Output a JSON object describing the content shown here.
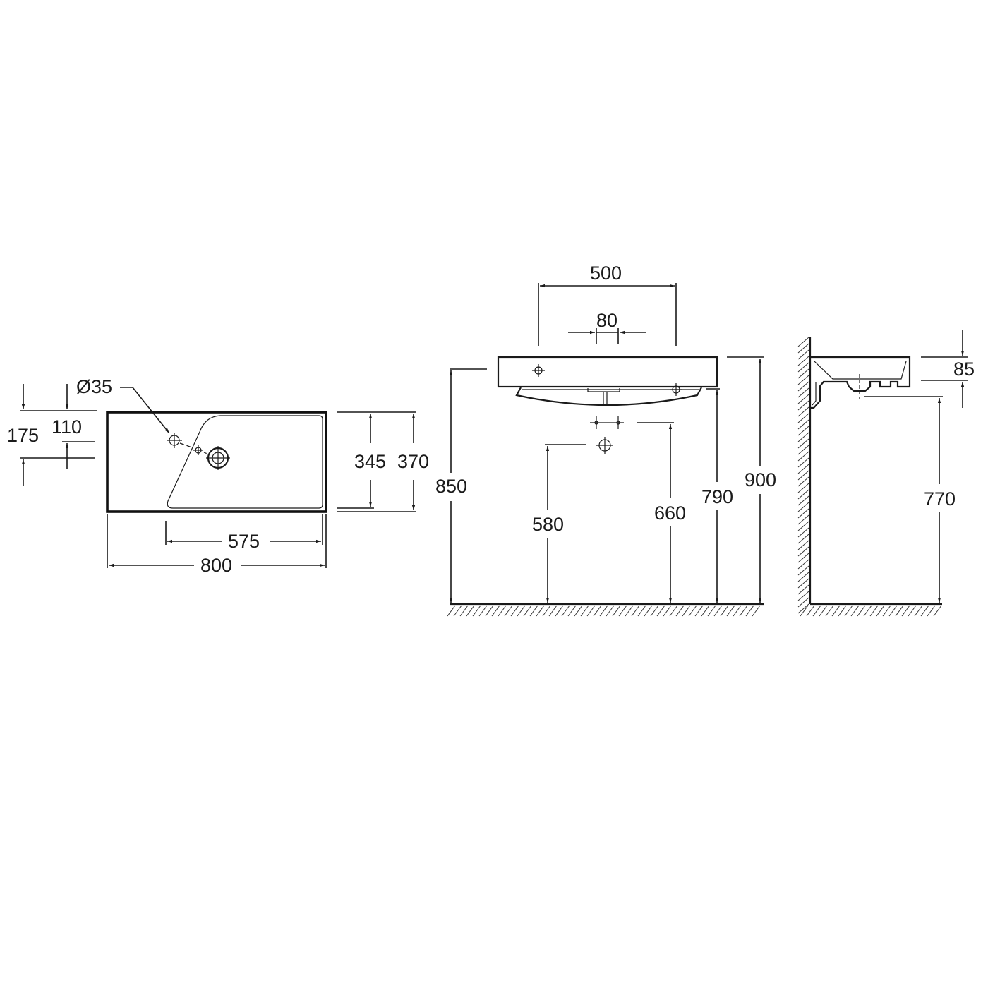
{
  "plan_view": {
    "hole_diameter": "Ø35",
    "offset_175": "175",
    "offset_110": "110",
    "depth_345": "345",
    "depth_370": "370",
    "width_575": "575",
    "width_800": "800"
  },
  "front_view": {
    "width_500": "500",
    "spacing_80": "80",
    "height_850": "850",
    "height_580": "580",
    "height_660": "660",
    "height_790": "790",
    "height_900": "900"
  },
  "side_view": {
    "thickness_85": "85",
    "height_770": "770"
  }
}
